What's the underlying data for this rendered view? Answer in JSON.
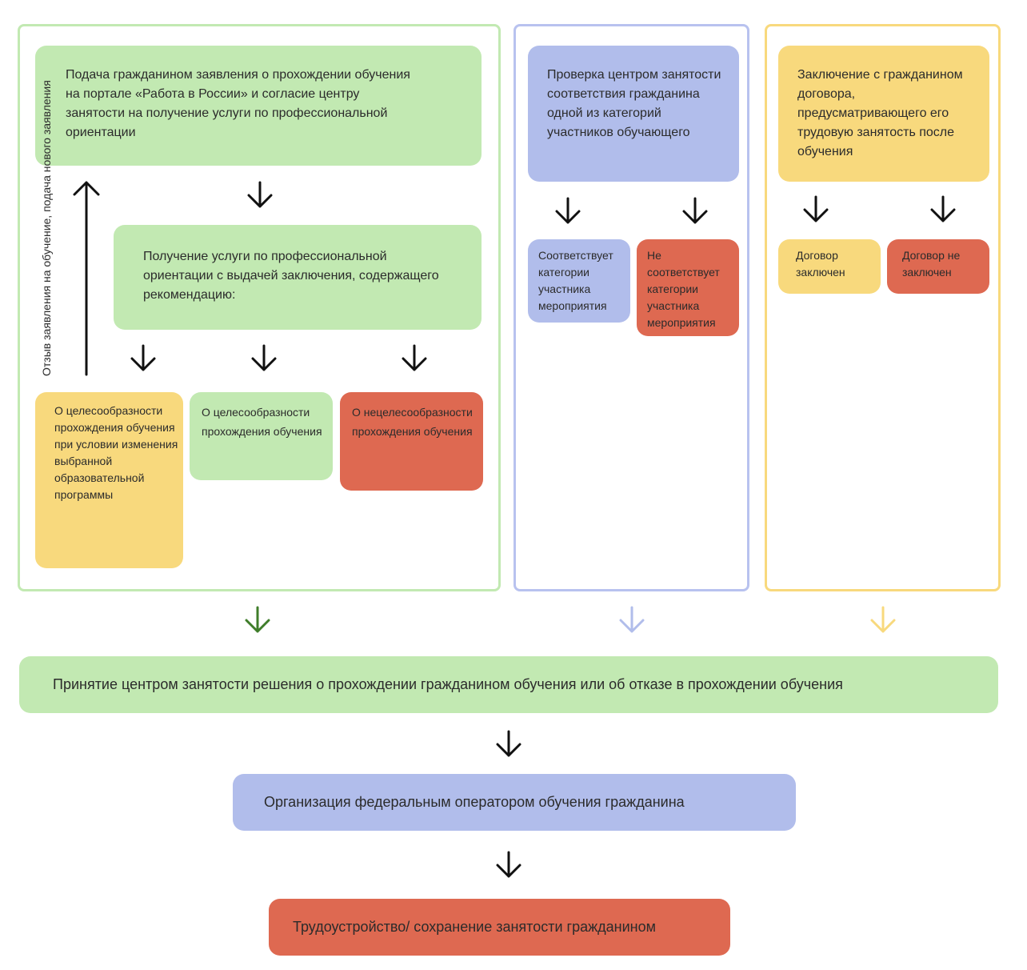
{
  "colors": {
    "green": "#c2e9b2",
    "blue": "#b1bdeb",
    "yellow": "#f8d97d",
    "red": "#de6951",
    "green_border": "#c2e9b2",
    "blue_border": "#b8c2ef",
    "yellow_border": "#f8d97d",
    "green_arrow": "#3f7d2a",
    "blue_arrow": "#b1bdeb",
    "yellow_arrow": "#f8d97d"
  },
  "left": {
    "application": "Подача гражданином заявления о прохождении обучения на  портале «Работа в России» и согласие центру занятости на получение услуги по профессиональной ориентации",
    "feedback_label": "Отзыв заявления на обучение, подача нового заявления",
    "service": "Получение услуги по профессиональной ориентации с выдачей заключения, содержащего рекомендацию:",
    "outcomes": [
      "О целесообразности прохождения обучения при условии изменения выбранной образовательной программы",
      "О целесообразности прохождения обучения",
      "О нецелесообразности прохождения обучения"
    ]
  },
  "middle": {
    "check": "Проверка центром занятости соответствия гражданина одной из категорий участников обучающего",
    "match": "Соответствует категории участника мероприятия",
    "nomatch": "Не соответствует категории участника мероприятия"
  },
  "right": {
    "contract": "Заключение с гражданином договора, предусматривающего его трудовую занятость после обучения",
    "signed": "Договор заключен",
    "unsigned": "Договор не заключен"
  },
  "bottom": {
    "decision": "Принятие центром занятости решения о прохождении гражданином обучения или об отказе в прохождении обучения",
    "organization": "Организация федеральным оператором обучения гражданина",
    "employment": "Трудоустройство/ сохранение занятости гражданином"
  }
}
